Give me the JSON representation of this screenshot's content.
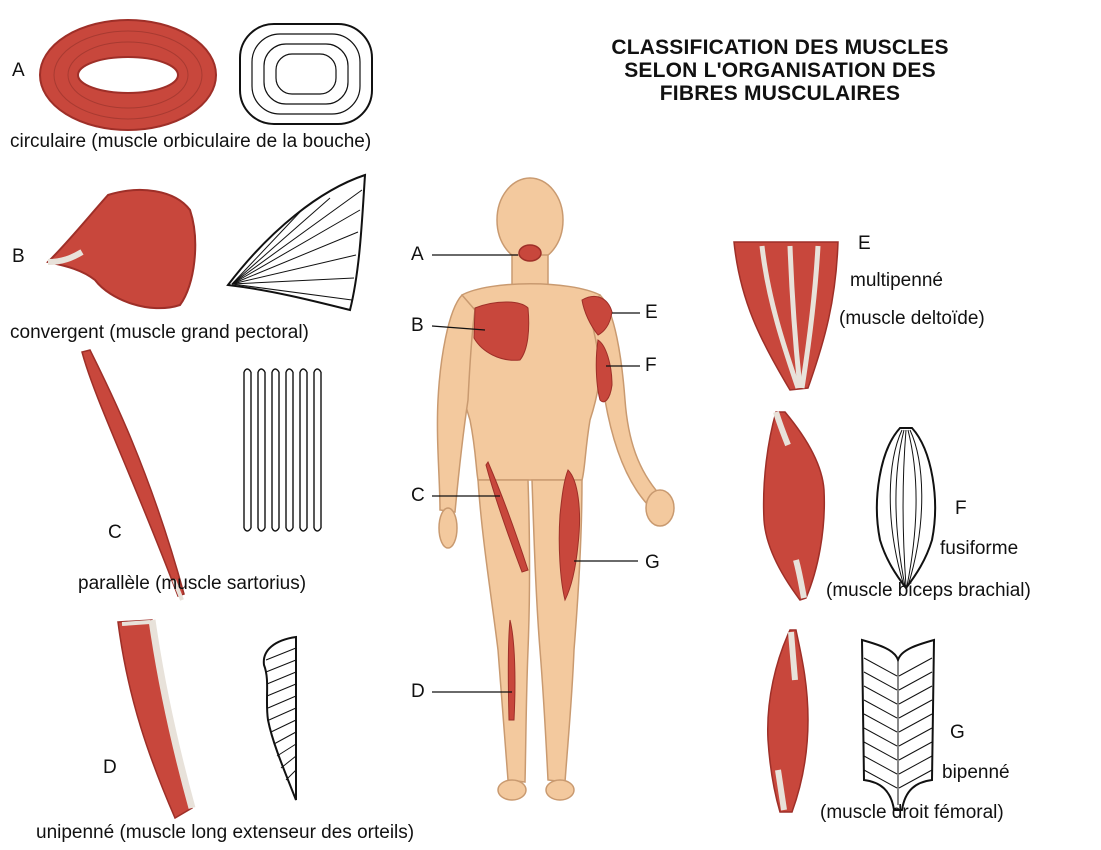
{
  "title": {
    "line1": "CLASSIFICATION DES MUSCLES",
    "line2": "SELON L'ORGANISATION DES",
    "line3": "FIBRES MUSCULAIRES"
  },
  "panels": {
    "A": {
      "letter": "A",
      "caption": "circulaire (muscle orbiculaire de la bouche)"
    },
    "B": {
      "letter": "B",
      "caption": "convergent (muscle grand pectoral)"
    },
    "C": {
      "letter": "C",
      "caption": "parallèle (muscle sartorius)"
    },
    "D": {
      "letter": "D",
      "caption": "unipenné (muscle long extenseur des orteils)"
    },
    "E": {
      "letter": "E",
      "type": "multipenné",
      "caption": "(muscle deltoïde)"
    },
    "F": {
      "letter": "F",
      "type": "fusiforme",
      "caption": "(muscle biceps brachial)"
    },
    "G": {
      "letter": "G",
      "type": "bipenné",
      "caption": "(muscle droit fémoral)"
    }
  },
  "body_callouts": [
    "A",
    "B",
    "C",
    "D",
    "E",
    "F",
    "G"
  ],
  "colors": {
    "muscle": "#c8473c",
    "muscle_dark": "#9e2f28",
    "tendon": "#e8e2da",
    "skin": "#f3c99e",
    "line": "#111111"
  }
}
